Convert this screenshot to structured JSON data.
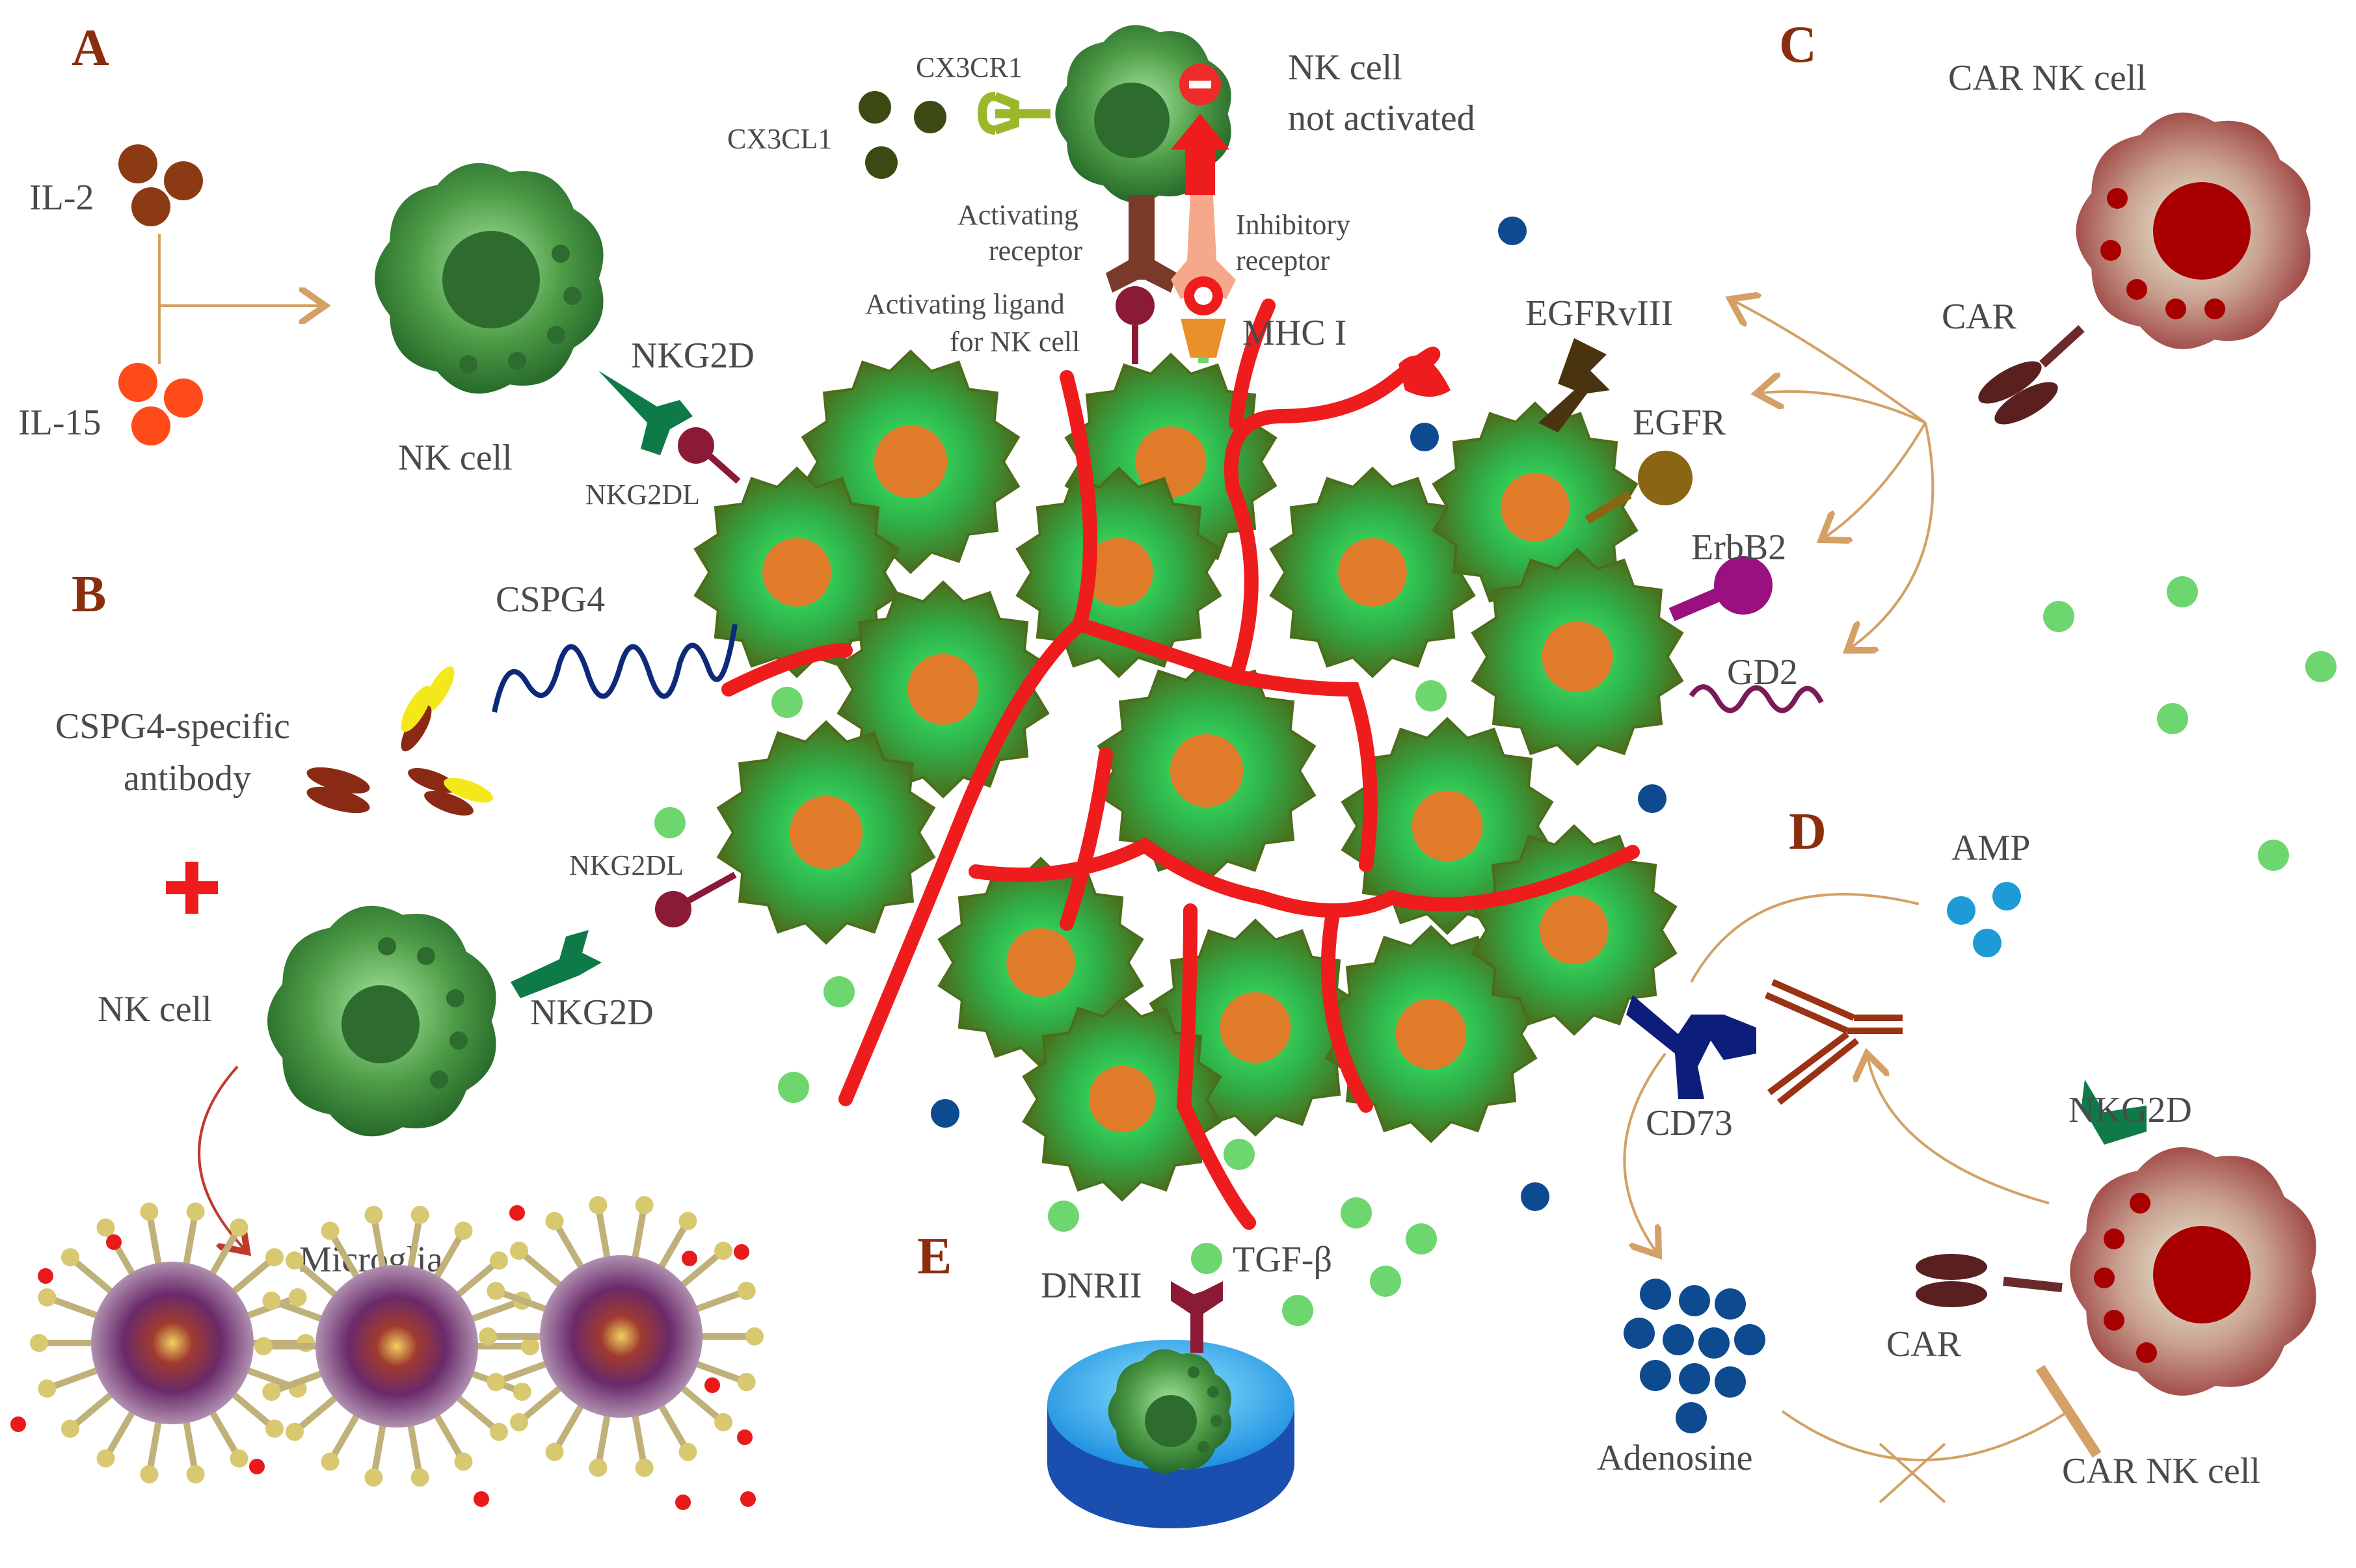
{
  "panels": {
    "a": "A",
    "b": "B",
    "c": "C",
    "d": "D",
    "e": "E"
  },
  "labels": {
    "il2": "IL-2",
    "il15": "IL-15",
    "nk_cell_a": "NK cell",
    "nkg2d_a": "NKG2D",
    "nkg2dl_a": "NKG2DL",
    "cx3cr1": "CX3CR1",
    "cx3cl1": "CX3CL1",
    "nk_not_activated_1": "NK cell",
    "nk_not_activated_2": "not activated",
    "activating_receptor_1": "Activating",
    "activating_receptor_2": "receptor",
    "inhibitory_receptor_1": "Inhibitory",
    "inhibitory_receptor_2": "receptor",
    "activating_ligand_1": "Activating ligand",
    "activating_ligand_2": "for NK cell",
    "mhc1": "MHC I",
    "egfrviii": "EGFRvIII",
    "egfr": "EGFR",
    "erbb2": "ErbB2",
    "gd2": "GD2",
    "car_nk_cell_c": "CAR NK cell",
    "car_c": "CAR",
    "cspg4": "CSPG4",
    "cspg4_antibody_1": "CSPG4-specific",
    "cspg4_antibody_2": "antibody",
    "nkg2dl_b": "NKG2DL",
    "nk_cell_b": "NK cell",
    "nkg2d_b": "NKG2D",
    "microglia": "Microglia",
    "amp": "AMP",
    "cd73": "CD73",
    "nkg2d_d": "NKG2D",
    "car_d": "CAR",
    "adenosine": "Adenosine",
    "car_nk_cell_d": "CAR NK cell",
    "dnrii": "DNRII",
    "tgfb": "TGF-β"
  },
  "colors": {
    "tumor_cell": "#2e7d32",
    "tumor_nucleus": "#e07b2a",
    "vessel": "#ee1c1c",
    "nk_cell": "#3f8f3a",
    "car_nk_cell": "#a33a3a",
    "panel_letter": "#8b2e0e",
    "arrow": "#d4a066"
  }
}
